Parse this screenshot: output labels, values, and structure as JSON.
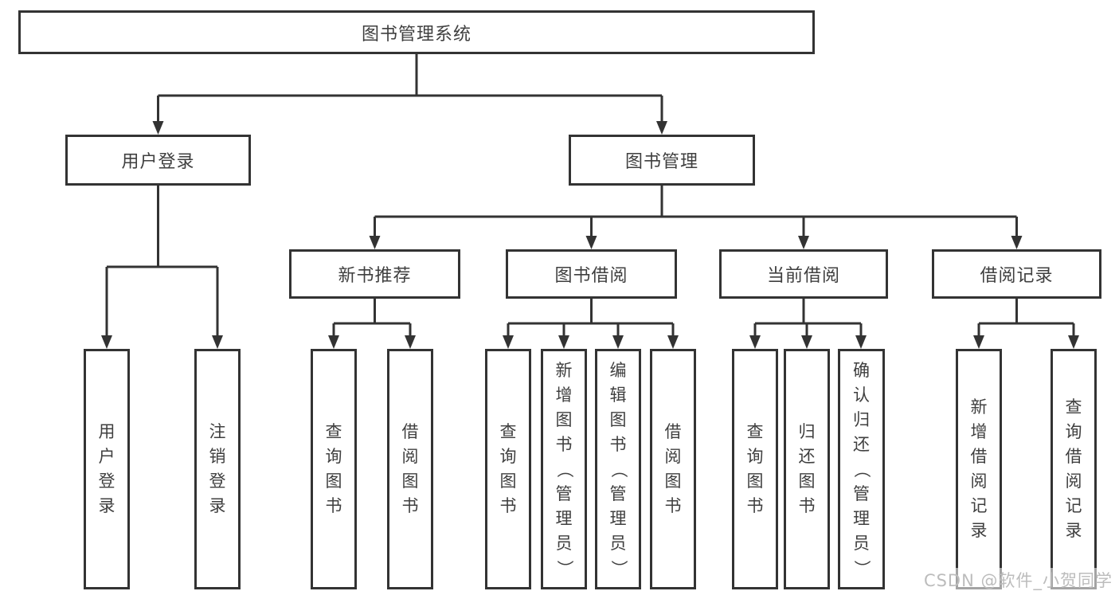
{
  "tree": {
    "root": {
      "label": "图书管理系统"
    },
    "children": [
      {
        "label": "用户登录",
        "children": [
          {
            "label": "用户登录"
          },
          {
            "label": "注销登录"
          }
        ]
      },
      {
        "label": "图书管理",
        "children": [
          {
            "label": "新书推荐",
            "children": [
              {
                "label": "查询图书"
              },
              {
                "label": "借阅图书"
              }
            ]
          },
          {
            "label": "图书借阅",
            "children": [
              {
                "label": "查询图书"
              },
              {
                "label": "新增图书（管理员）"
              },
              {
                "label": "编辑图书（管理员）"
              },
              {
                "label": "借阅图书"
              }
            ]
          },
          {
            "label": "当前借阅",
            "children": [
              {
                "label": "查询图书"
              },
              {
                "label": "归还图书"
              },
              {
                "label": "确认归还（管理员）"
              }
            ]
          },
          {
            "label": "借阅记录",
            "children": [
              {
                "label": "新增借阅记录"
              },
              {
                "label": "查询借阅记录"
              }
            ]
          }
        ]
      }
    ]
  },
  "watermark": {
    "text": "CSDN @软件_小贺同学"
  },
  "colors": {
    "line": "#333333",
    "text": "#3f3f3f",
    "watermark": "#bcbcbc",
    "background": "#ffffff"
  }
}
